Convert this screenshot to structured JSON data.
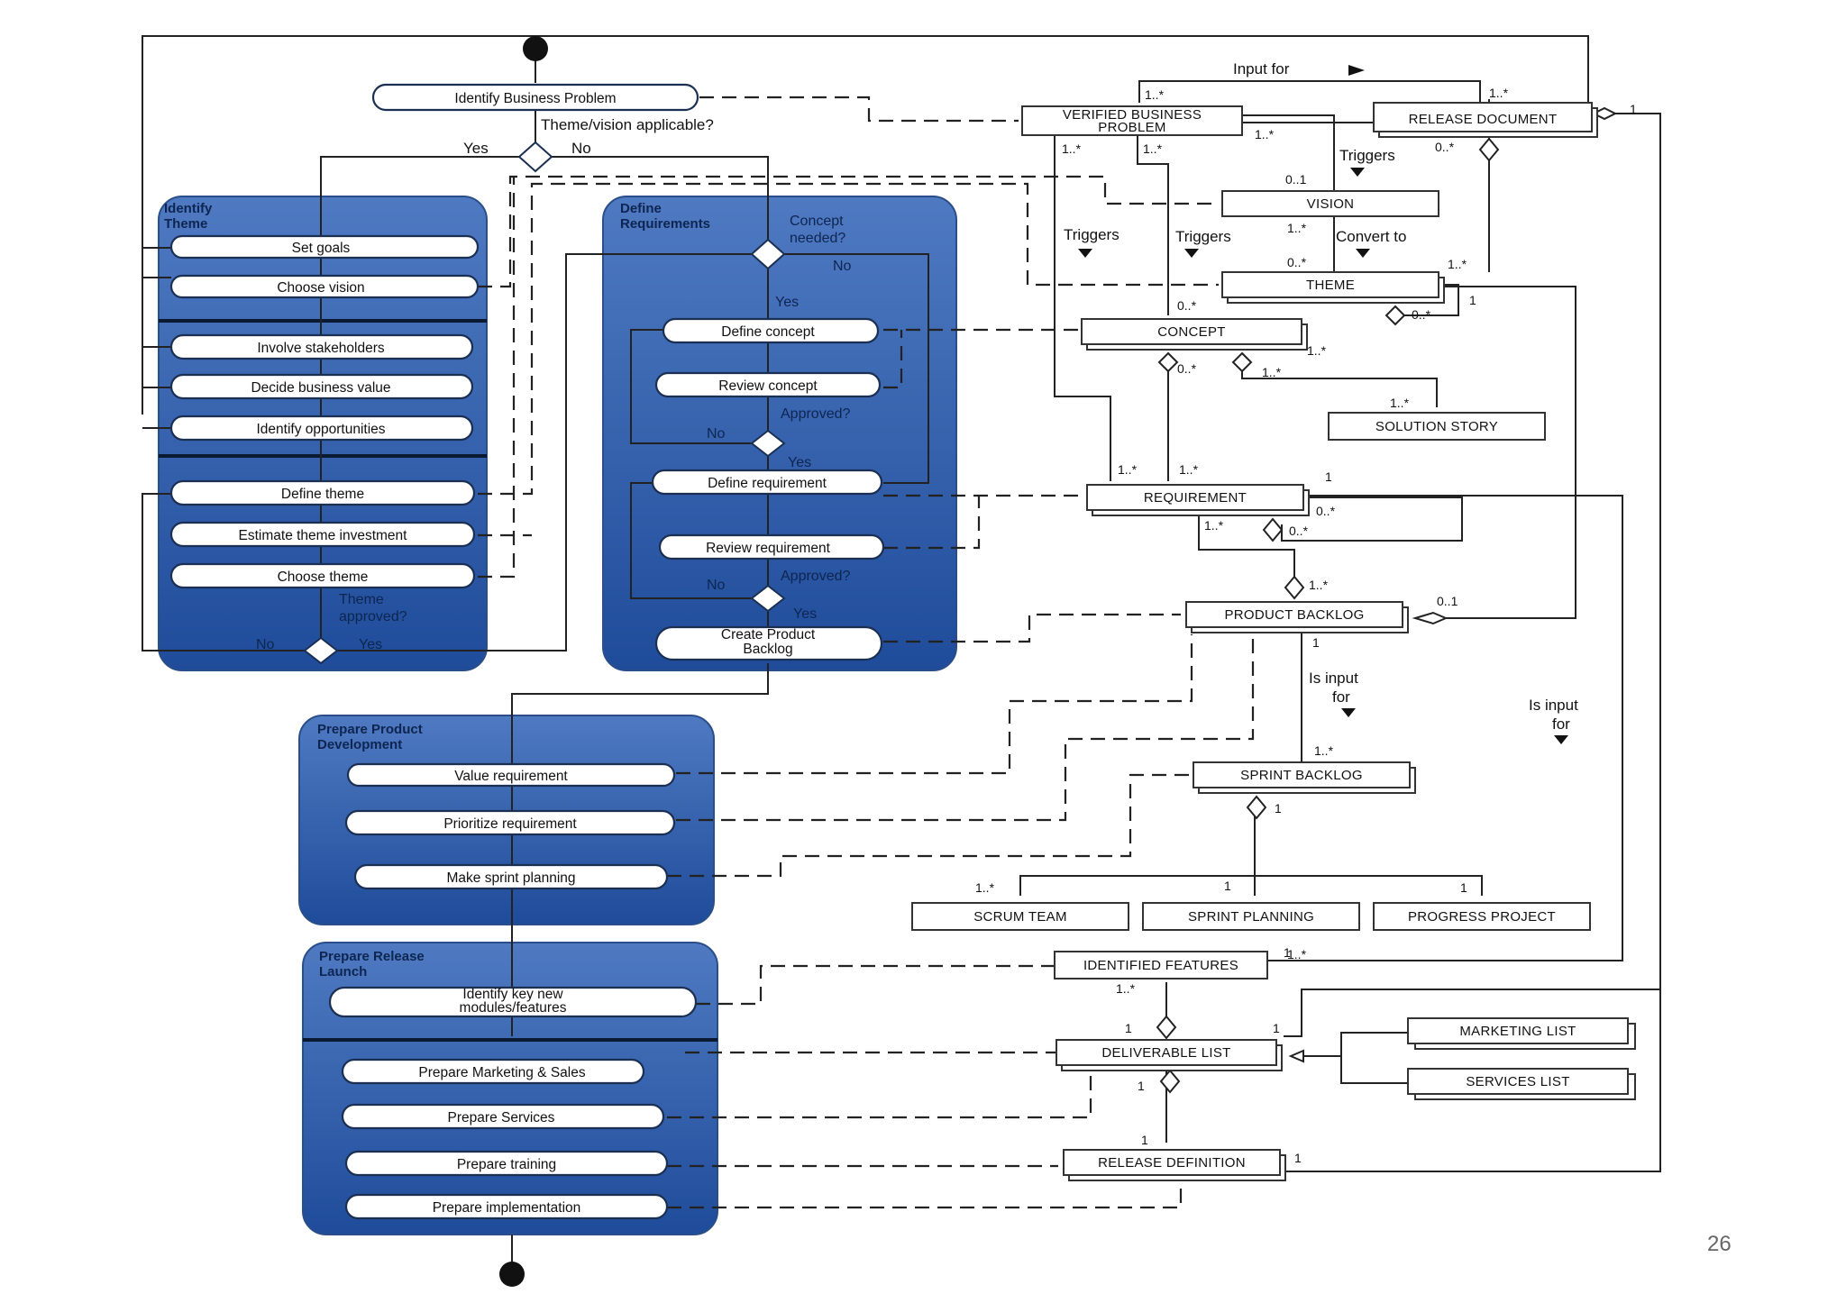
{
  "page_number": "26",
  "swimlanes": {
    "identify_theme": "Identify\nTheme",
    "define_requirements": "Define\nRequirements",
    "prepare_product_development": "Prepare Product\nDevelopment",
    "prepare_release_launch": "Prepare Release\nLaunch"
  },
  "activities": {
    "identify_business_problem": "Identify Business Problem",
    "set_goals": "Set goals",
    "choose_vision": "Choose vision",
    "involve_stakeholders": "Involve stakeholders",
    "decide_business_value": "Decide business value",
    "identify_opportunities": "Identify opportunities",
    "define_theme": "Define theme",
    "estimate_theme_investment": "Estimate theme investment",
    "choose_theme": "Choose theme",
    "define_concept": "Define concept",
    "review_concept": "Review concept",
    "define_requirement": "Define requirement",
    "review_requirement": "Review requirement",
    "create_product_backlog": "Create Product\nBacklog",
    "value_requirement": "Value requirement",
    "prioritize_requirement": "Prioritize requirement",
    "make_sprint_planning": "Make sprint planning",
    "identify_key_features": "Identify key new\nmodules/features",
    "prepare_marketing_sales": "Prepare Marketing & Sales",
    "prepare_services": "Prepare Services",
    "prepare_training": "Prepare training",
    "prepare_implementation": "Prepare implementation"
  },
  "flow_labels": {
    "theme_vision_applicable": "Theme/vision applicable?",
    "yes_top": "Yes",
    "no_top": "No",
    "concept_needed": "Concept\nneeded?",
    "no_concept": "No",
    "yes_concept": "Yes",
    "approved_concept": "Approved?",
    "no_concept_review": "No",
    "yes_concept_review": "Yes",
    "approved_requirement": "Approved?",
    "no_req_review": "No",
    "yes_req_review": "Yes",
    "theme_approved": "Theme\napproved?",
    "no_theme": "No",
    "yes_theme": "Yes"
  },
  "classes": {
    "verified_business_problem": "VERIFIED BUSINESS\nPROBLEM",
    "release_document": "RELEASE DOCUMENT",
    "vision": "VISION",
    "theme": "THEME",
    "concept": "CONCEPT",
    "solution_story": "SOLUTION STORY",
    "requirement": "REQUIREMENT",
    "product_backlog": "PRODUCT BACKLOG",
    "sprint_backlog": "SPRINT BACKLOG",
    "scrum_team": "SCRUM TEAM",
    "sprint_planning": "SPRINT PLANNING",
    "progress_project": "PROGRESS PROJECT",
    "identified_features": "IDENTIFIED FEATURES",
    "deliverable_list": "DELIVERABLE LIST",
    "marketing_list": "MARKETING LIST",
    "services_list": "SERVICES LIST",
    "release_definition": "RELEASE DEFINITION"
  },
  "relations": {
    "input_for": "Input for",
    "triggers_1": "Triggers",
    "triggers_2": "Triggers",
    "triggers_3": "Triggers",
    "convert_to": "Convert to",
    "is_input_for_1": "Is input\nfor",
    "is_input_for_2": "Is input\nfor"
  },
  "multiplicities": {
    "m1": "1..*",
    "m2": "1..*",
    "m3": "1..*",
    "m4": "1..*",
    "m5": "1..*",
    "m6": "0..*",
    "m7": "0..1",
    "m8": "1..*",
    "m9": "0..*",
    "m10": "1..*",
    "m11": "0..*",
    "m12": "1",
    "m13": "0..*",
    "m14": "1..*",
    "m15": "0..*",
    "m16": "1..*",
    "m17": "1..*",
    "m18": "1..*",
    "m19": "1..*",
    "m20": "1",
    "m21": "0..*",
    "m22": "1..*",
    "m23": "0..*",
    "m24": "1..*",
    "m25": "1",
    "m26": "0..1",
    "m27": "1..*",
    "m28": "1",
    "m29": "1..*",
    "m30": "1",
    "m31": "1",
    "m32": "1",
    "m33": "1..*",
    "m34": "1..*",
    "m35": "1",
    "m36": "1",
    "m37": "1",
    "m38": "1",
    "m39": "1",
    "m40": "1"
  }
}
